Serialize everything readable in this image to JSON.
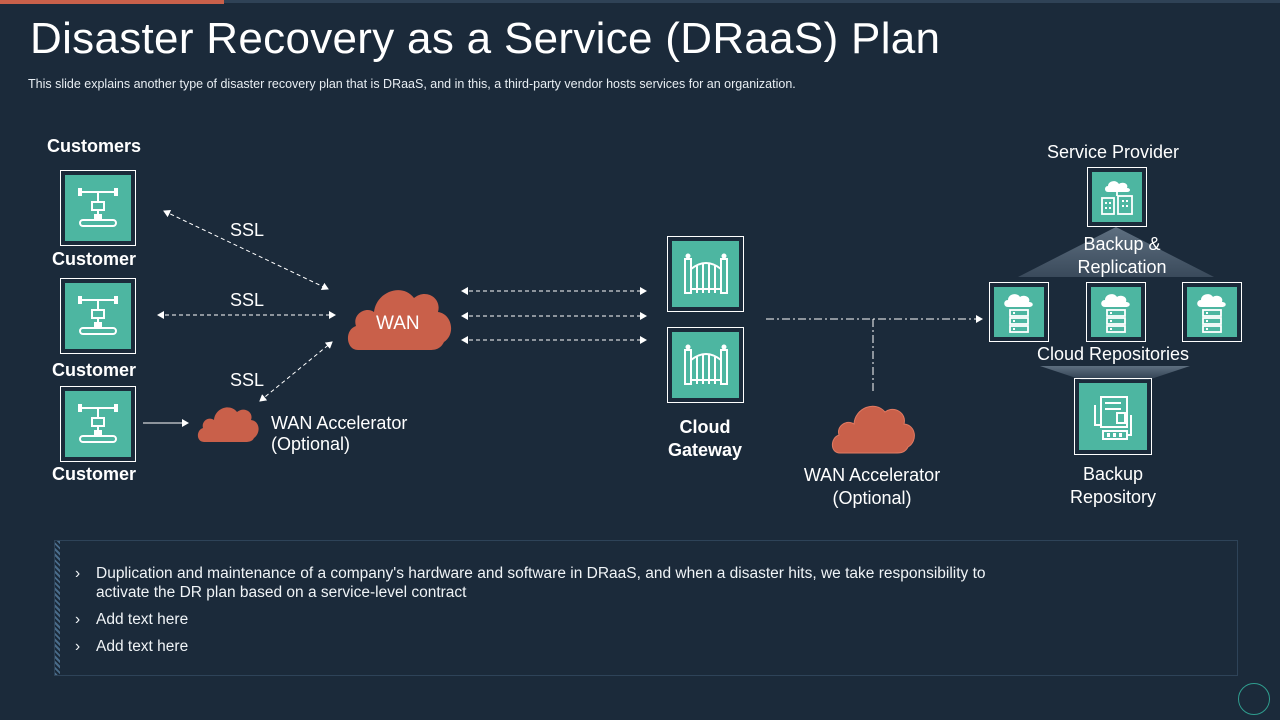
{
  "slide": {
    "title": "Disaster Recovery as a Service (DRaaS) Plan",
    "subtitle": "This slide explains another type of disaster recovery  plan that is DRaaS,  and in this, a third-party vendor  hosts services for an organization."
  },
  "diagram": {
    "customers_heading": "Customers",
    "customer_label": "Customer",
    "ssl_label": "SSL",
    "wan_label": "WAN",
    "wan_accelerator_line1": "WAN Accelerator",
    "wan_accelerator_line2": "(Optional)",
    "cloud_gateway_line1": "Cloud",
    "cloud_gateway_line2": "Gateway",
    "service_provider": "Service Provider",
    "backup_replication_line1": "Backup &",
    "backup_replication_line2": "Replication",
    "cloud_repositories": "Cloud Repositories",
    "backup_repository_line1": "Backup",
    "backup_repository_line2": "Repository"
  },
  "bullets": [
    {
      "line1": "Duplication and maintenance of a company's hardware and software in DRaaS, and when a disaster hits, we take responsibility to",
      "line2": "activate the DR plan based on a service-level contract"
    },
    {
      "line1": "Add text here"
    },
    {
      "line1": "Add text here"
    }
  ],
  "bullet_marker": "›",
  "colors": {
    "background": "#1b2a3a",
    "teal": "#4db6a1",
    "cloud": "#c9604a",
    "accent_rule": "#c9604a"
  },
  "icons": {
    "customer": "workflow-icon",
    "gateway": "gate-icon",
    "service_provider": "cloud-building-icon",
    "cloud_repository": "cloud-server-icon",
    "backup_repository": "backup-storage-icon",
    "wan": "cloud-icon"
  }
}
